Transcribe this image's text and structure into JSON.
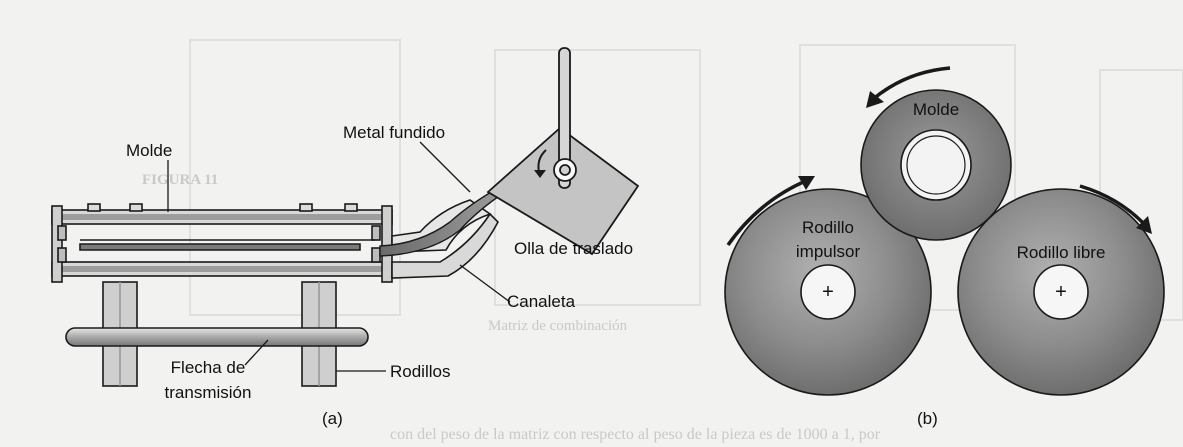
{
  "figure_a": {
    "caption": "(a)",
    "labels": {
      "mold": "Molde",
      "molten_metal": "Metal fundido",
      "ladle": "Olla de traslado",
      "chute": "Canaleta",
      "drive_shaft_line1": "Flecha de",
      "drive_shaft_line2": "transmisión",
      "rollers": "Rodillos"
    }
  },
  "figure_b": {
    "caption": "(b)",
    "labels": {
      "mold": "Molde",
      "drive_roller_line1": "Rodillo",
      "drive_roller_line2": "impulsor",
      "idle_roller": "Rodillo libre"
    },
    "plus_symbol": "+"
  },
  "bleed_through_text": {
    "line1": "Matriz de combinación",
    "line2": "con del peso de la matriz con respecto al peso de la pieza es de 1000 a 1, por",
    "line3": "FIGURA 11"
  },
  "colors": {
    "background": "#f2f2f0",
    "roller_gray": "#8e8e8e",
    "mold_gray": "#858585",
    "line": "#1a1a1a"
  }
}
